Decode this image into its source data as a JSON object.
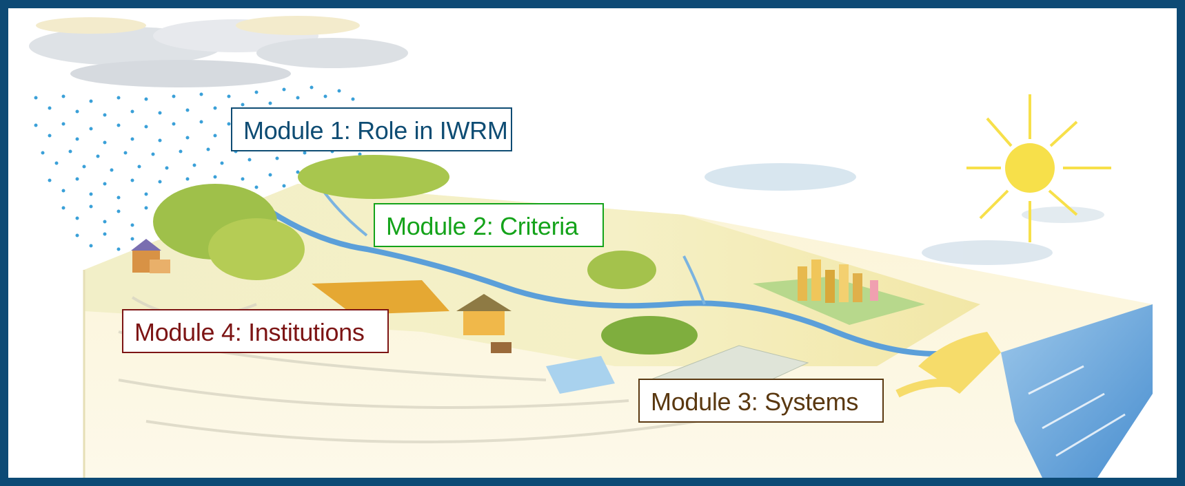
{
  "modules": {
    "m1": "Module 1: Role in IWRM",
    "m2": "Module 2: Criteria",
    "m3": "Module 3: Systems",
    "m4": "Module 4: Institutions"
  },
  "colors": {
    "frame": "#0d4a75",
    "module1": "#0e4c73",
    "module2": "#14a31a",
    "module3": "#5a3810",
    "module4": "#7c1414",
    "sun": "#f7e04a",
    "water": "#5b9fd9",
    "land": "#f3efc3"
  },
  "icons": [
    "rain-cloud-icon",
    "sun-icon",
    "forest-icon",
    "river-icon",
    "city-icon",
    "farm-icon",
    "sea-icon",
    "house-icon"
  ]
}
